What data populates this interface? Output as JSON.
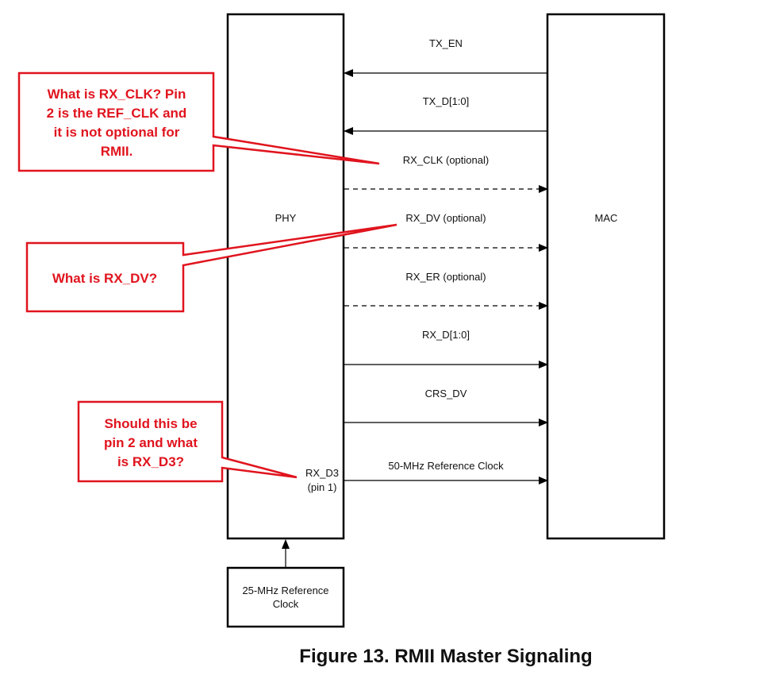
{
  "blocks": {
    "phy": "PHY",
    "mac": "MAC",
    "ref_clock_lines": [
      "25-MHz Reference",
      "Clock"
    ],
    "pin_label_lines": [
      "RX_D3",
      "(pin 1)"
    ]
  },
  "signals": [
    {
      "label": "TX_EN",
      "direction": "mac-to-phy",
      "style": "solid"
    },
    {
      "label": "TX_D[1:0]",
      "direction": "mac-to-phy",
      "style": "solid"
    },
    {
      "label": "RX_CLK (optional)",
      "direction": "phy-to-mac",
      "style": "dashed"
    },
    {
      "label": "RX_DV (optional)",
      "direction": "phy-to-mac",
      "style": "dashed"
    },
    {
      "label": "RX_ER (optional)",
      "direction": "phy-to-mac",
      "style": "dashed"
    },
    {
      "label": "RX_D[1:0]",
      "direction": "phy-to-mac",
      "style": "solid"
    },
    {
      "label": "CRS_DV",
      "direction": "phy-to-mac",
      "style": "solid"
    },
    {
      "label": "50-MHz Reference Clock",
      "direction": "phy-to-mac",
      "style": "solid"
    }
  ],
  "callouts": [
    {
      "lines": [
        "What is RX_CLK? Pin",
        "2 is the REF_CLK and",
        "it is not optional for",
        "RMII."
      ]
    },
    {
      "lines": [
        "What is RX_DV?"
      ]
    },
    {
      "lines": [
        "Should this be",
        "pin 2 and what",
        "is RX_D3?"
      ]
    }
  ],
  "caption": "Figure 13.  RMII Master Signaling",
  "colors": {
    "callout": "#e0141e",
    "line": "#000000"
  }
}
